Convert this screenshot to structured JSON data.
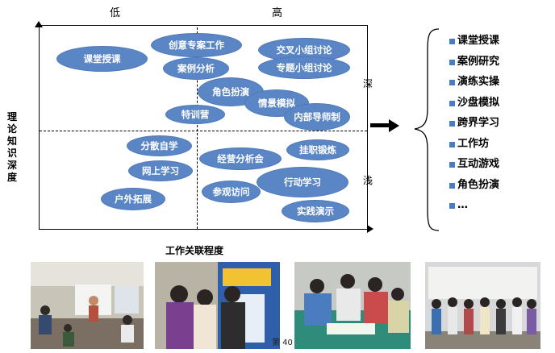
{
  "axis": {
    "top_low": "低",
    "top_high": "高",
    "y_label": "理论知识深度",
    "x_label": "工作关联程度",
    "right_deep": "深",
    "right_shallow": "浅"
  },
  "ellipses": [
    "课堂授课",
    "创意专案工作",
    "案例分析",
    "交叉小组讨论",
    "专题小组讨论",
    "角色扮演",
    "情景模拟",
    "内部导师制",
    "特训营",
    "分散自学",
    "网上学习",
    "户外拓展",
    "经营分析会",
    "挂职锻炼",
    "参观访问",
    "行动学习",
    "实践演示"
  ],
  "methods_list": [
    "课堂授课",
    "案例研究",
    "演练实操",
    "沙盘模拟",
    "跨界学习",
    "工作坊",
    "互动游戏",
    "角色扮演",
    "…"
  ],
  "page_mark": "第 40",
  "colors": {
    "ellipse": "#5b86c5",
    "bullet": "#4a7cc4"
  }
}
